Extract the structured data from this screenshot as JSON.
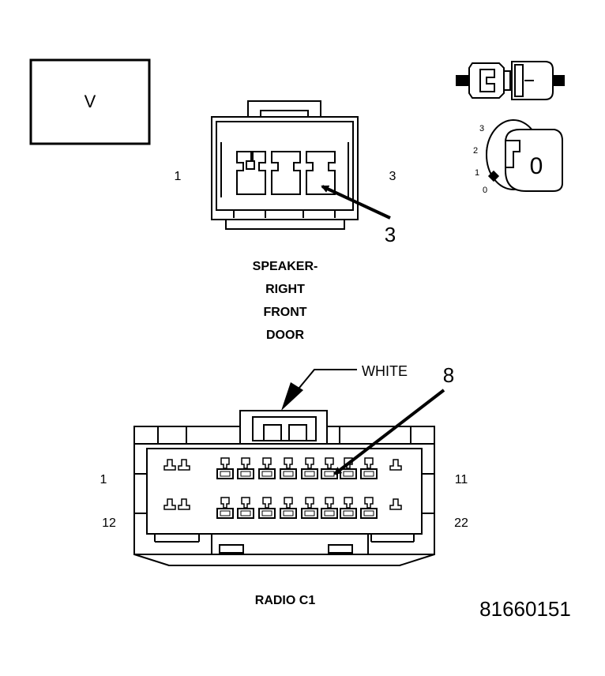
{
  "view_box_label": "V",
  "speaker": {
    "pin_left": "1",
    "pin_right": "3",
    "callout": "3",
    "title_lines": [
      "SPEAKER-",
      "RIGHT",
      "FRONT",
      "DOOR"
    ]
  },
  "key_icon": {
    "positions": [
      "3",
      "2",
      "1",
      "0"
    ],
    "key_label": "0"
  },
  "radio": {
    "color_label": "WHITE",
    "callout": "8",
    "pin_top_left": "1",
    "pin_top_right": "11",
    "pin_bottom_left": "12",
    "pin_bottom_right": "22",
    "title": "RADIO C1"
  },
  "figure_id": "81660151"
}
